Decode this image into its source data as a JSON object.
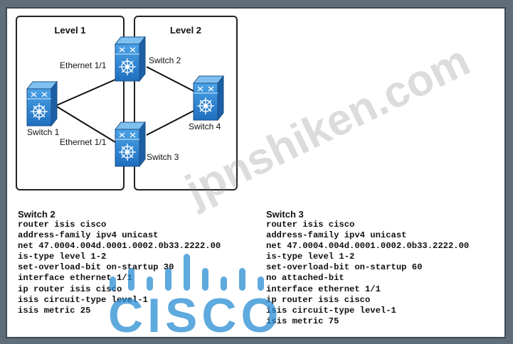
{
  "diagram": {
    "level1_label": "Level 1",
    "level2_label": "Level 2",
    "switch1_label": "Switch 1",
    "switch2_label": "Switch 2",
    "switch3_label": "Switch 3",
    "switch4_label": "Switch 4",
    "eth_top_label": "Ethernet 1/1",
    "eth_bottom_label": "Ethernet 1/1",
    "icon_color": "#2a7fd0"
  },
  "config_switch2": {
    "title": "Switch 2",
    "lines": [
      "router isis cisco",
      "address-family ipv4 unicast",
      "net 47.0004.004d.0001.0002.0b33.2222.00",
      "is-type level 1-2",
      "set-overload-bit on-startup 30",
      "interface ethernet 1/1",
      "ip router isis cisco",
      "isis circuit-type level-1",
      "isis metric 25"
    ]
  },
  "config_switch3": {
    "title": "Switch 3",
    "lines": [
      "router isis cisco",
      "address-family ipv4 unicast",
      "net 47.0004.004d.0001.0002.0b33.2222.00",
      "is-type level 1-2",
      "set-overload-bit on-startup 60",
      "no attached-bit",
      "interface ethernet 1/1",
      "ip router isis cisco",
      "isis circuit-type level-1",
      "isis metric 75"
    ]
  },
  "watermark": "jpnshiken.com",
  "logo_text": "CISCO",
  "logo_color": "#2a8cd2"
}
